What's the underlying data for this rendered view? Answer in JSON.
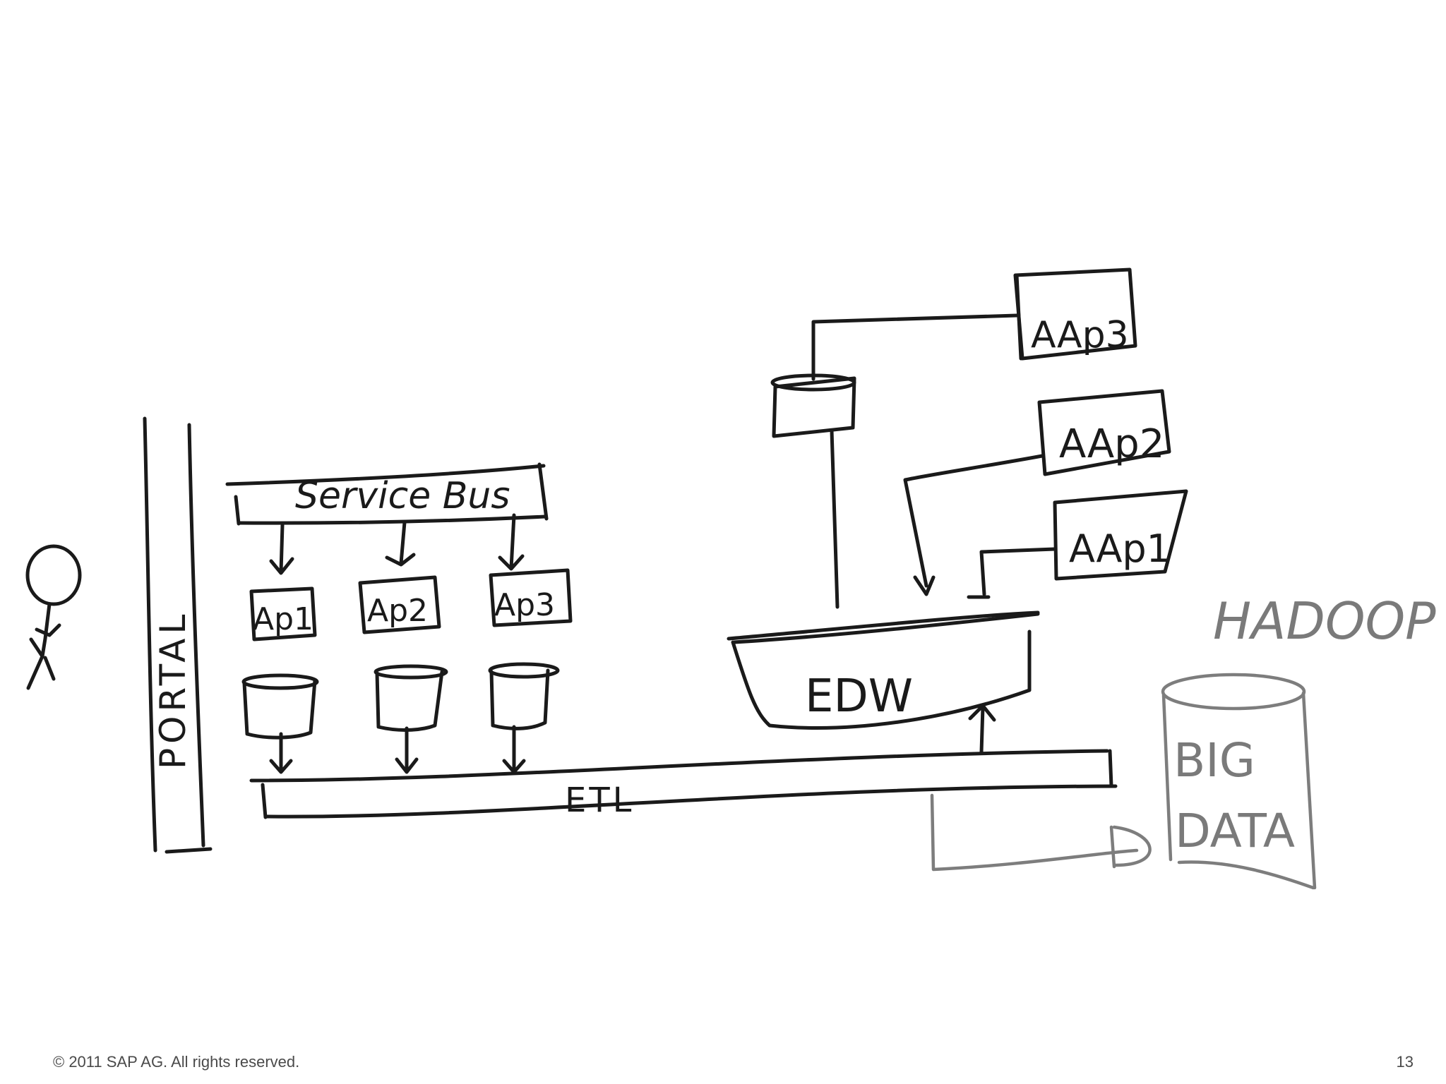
{
  "diagram": {
    "portal_label": "PORTAL",
    "service_bus_label": "Service Bus",
    "apps_left": [
      "Ap1",
      "Ap2",
      "Ap3"
    ],
    "etl_label": "ETL",
    "edw_label": "EDW",
    "apps_right": [
      "AAp3",
      "AAp2",
      "AAp1"
    ],
    "hadoop_label": "HADOOP",
    "big_data_label": [
      "BIG",
      "DATA"
    ]
  },
  "footer": {
    "copyright": "© 2011 SAP AG. All rights reserved.",
    "page_number": "13"
  }
}
